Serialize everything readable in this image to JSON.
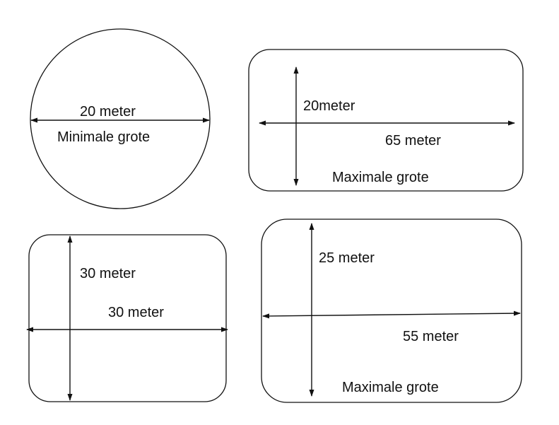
{
  "shapes": {
    "circle": {
      "width_label": "20 meter",
      "caption": "Minimale grote"
    },
    "rect_top_right": {
      "height_label": "20meter",
      "width_label": "65 meter",
      "caption": "Maximale grote"
    },
    "rect_bottom_left": {
      "height_label": "30 meter",
      "width_label": "30 meter"
    },
    "rect_bottom_right": {
      "height_label": "25 meter",
      "width_label": "55 meter",
      "caption": "Maximale grote"
    }
  },
  "colors": {
    "stroke": "#111111",
    "background": "#ffffff"
  }
}
